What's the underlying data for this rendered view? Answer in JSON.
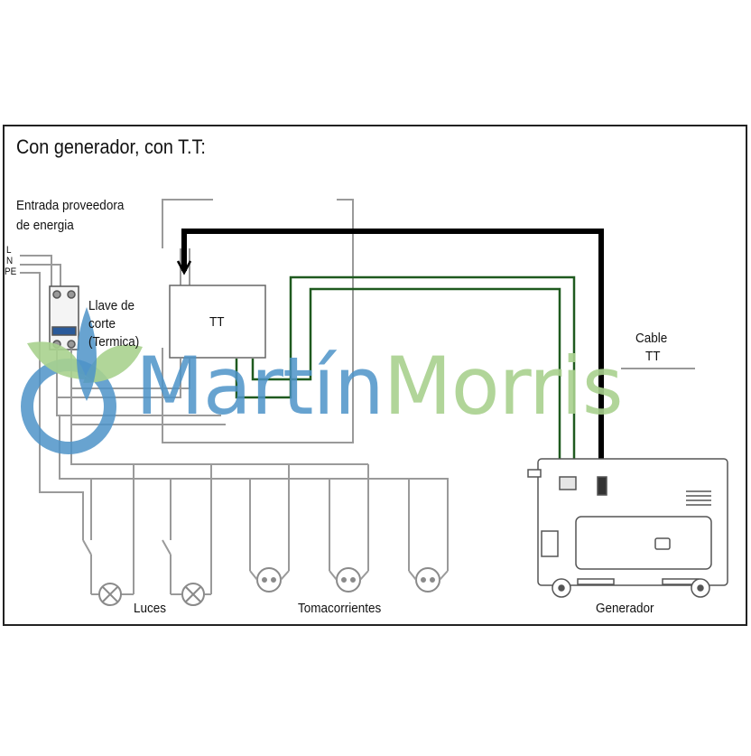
{
  "title": "Con generador, con T.T:",
  "labels": {
    "entrada_line1": "Entrada proveedora",
    "entrada_line2": "de energia",
    "phase_l": "L",
    "phase_n": "N",
    "phase_pe": "PE",
    "llave_line1": "Llave de",
    "llave_line2": "corte",
    "llave_line3": "(Termica)",
    "tt_box": "TT",
    "cable_line1": "Cable",
    "cable_line2": "TT",
    "luces": "Luces",
    "tomacorrientes": "Tomacorrientes",
    "generador": "Generador"
  },
  "watermark": {
    "part1": "Martín",
    "part2": "Morris",
    "color1": "#4d93c8",
    "color2": "#a9d18e"
  },
  "colors": {
    "wire": "#8a8a8a",
    "green_wire": "#1f5a1f",
    "black_cable": "#000000",
    "frame": "#222222"
  }
}
